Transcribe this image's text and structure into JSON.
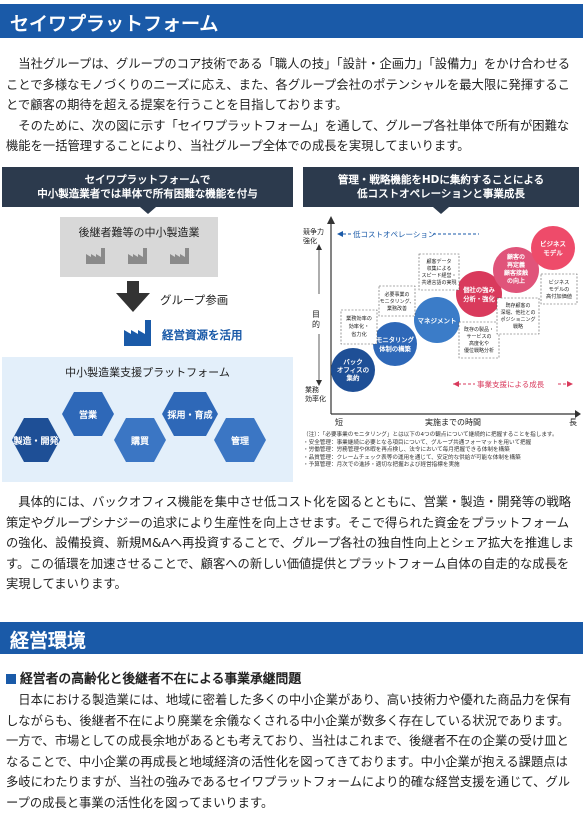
{
  "section1": {
    "title": "セイワプラットフォーム",
    "intro_paragraphs": [
      "当社グループは、グループのコア技術である「職人の技」「設計・企画力」「設備力」をかけ合わせることで多様なモノづくりのニーズに応え、また、各グループ会社のポテンシャルを最大限に発揮することで顧客の期待を超える提案を行うことを目指しております。",
      "そのために、次の図に示す「セイワプラットフォーム」を通して、グループ各社単体で所有が困難な機能を一括管理することにより、当社グループ全体での成長を実現してまいります。"
    ],
    "closing_paragraph": "具体的には、バックオフィス機能を集中させ低コスト化を図るとともに、営業・製造・開発等の戦略策定やグループシナジーの追求により生産性を向上させます。そこで得られた資金をプラットフォームの強化、設備投資、新規M&Aへ再投資することで、グループ各社の独自性向上とシェア拡大を推進します。この循環を加速させることで、顧客への新しい価値提供とプラットフォーム自体の自走的な成長を実現してまいります。"
  },
  "left_diagram": {
    "title_line1": "セイワプラットフォームで",
    "title_line2": "中小製造業者では単体で所有困難な機能を付与",
    "box_label": "後継者難等の中小製造業",
    "group_join": "グループ参画",
    "resource_use": "経営資源を活用",
    "platform_title": "中小製造業支援プラットフォーム",
    "hexagons": [
      "製造・開発",
      "営業",
      "購買",
      "採用・育成",
      "管理"
    ],
    "colors": {
      "dark_hex": "#1e4f96",
      "light_hex": "#3b76c4",
      "resource_text": "#1a5aa8",
      "platform_bg": "#e3effa"
    }
  },
  "right_diagram": {
    "title_line1": "管理・戦略機能をHDに集約することによる",
    "title_line2": "低コストオペレーションと事業成長",
    "y_top_label": [
      "競争力",
      "強化"
    ],
    "y_mid_label": [
      "目",
      "的"
    ],
    "y_bottom_label": [
      "業務",
      "効率化"
    ],
    "x_axis_label": "実施までの時間",
    "x_short": "短",
    "x_long": "長",
    "low_cost_label": "低コストオペレーション",
    "growth_label": "事業支援による成長",
    "circles": [
      {
        "label": [
          "バック",
          "オフィスの",
          "集約"
        ],
        "color": "#1e4f96"
      },
      {
        "label": [
          "モニタリング",
          "体制の構築"
        ],
        "color": "#2e68b8"
      },
      {
        "label": [
          "マネジメント"
        ],
        "color": "#3b7cc8"
      },
      {
        "label": [
          "個社の強み",
          "分析・強化"
        ],
        "color": "#d93a5c"
      },
      {
        "label": [
          "顧客の",
          "再定義",
          "顧客接触",
          "の向上"
        ],
        "color": "#e0547a"
      },
      {
        "label": [
          "ビジネス",
          "モデル"
        ],
        "color": "#ee4b6a"
      }
    ],
    "callouts": [
      [
        "業務効率の",
        "効率化・",
        "省力化"
      ],
      [
        "必要事業の",
        "モニタリング、",
        "業務改善"
      ],
      [
        "顧客データ",
        "収集による",
        "スピード経営・",
        "共通言語の実現"
      ],
      [
        "既存の製品・",
        "サービスの",
        "高度化や",
        "優位戦略分析"
      ],
      [
        "既存顧客の",
        "深堀、他社との",
        "ポジショニング",
        "戦略"
      ],
      [
        "ビジネス",
        "モデルの",
        "高付加価値"
      ]
    ],
    "notes": [
      "（注）：「必要事業のモニタリング」とは以下の4つの観点について継続的に把握することを指します。",
      "・安全管理：事業継続に必要となる項目について、グループ共通フォーマットを用いて把握",
      "・労働管理：労務管理や休暇を再点検し、法令において毎月把握できる体制を構築",
      "・品質管理：クレームチェック表等の運用を通じて、安定的な供給が可能な体制を構築",
      "・予算管理：月次での進捗・適切な把握および経営指標を実施"
    ]
  },
  "section2": {
    "title": "経営環境",
    "subheading": "経営者の高齢化と後継者不在による事業承継問題",
    "paragraph": "日本における製造業には、地域に密着した多くの中小企業があり、高い技術力や優れた商品力を保有しながらも、後継者不在により廃業を余儀なくされる中小企業が数多く存在している状況であります。一方で、市場としての成長余地があるとも考えており、当社はこれまで、後継者不在の企業の受け皿となることで、中小企業の再成長と地域経済の活性化を図ってきております。中小企業が抱える課題点は多岐にわたりますが、当社の強みであるセイワプラットフォームにより的確な経営支援を通じて、グループの成長と事業の活性化を図ってまいります。"
  }
}
